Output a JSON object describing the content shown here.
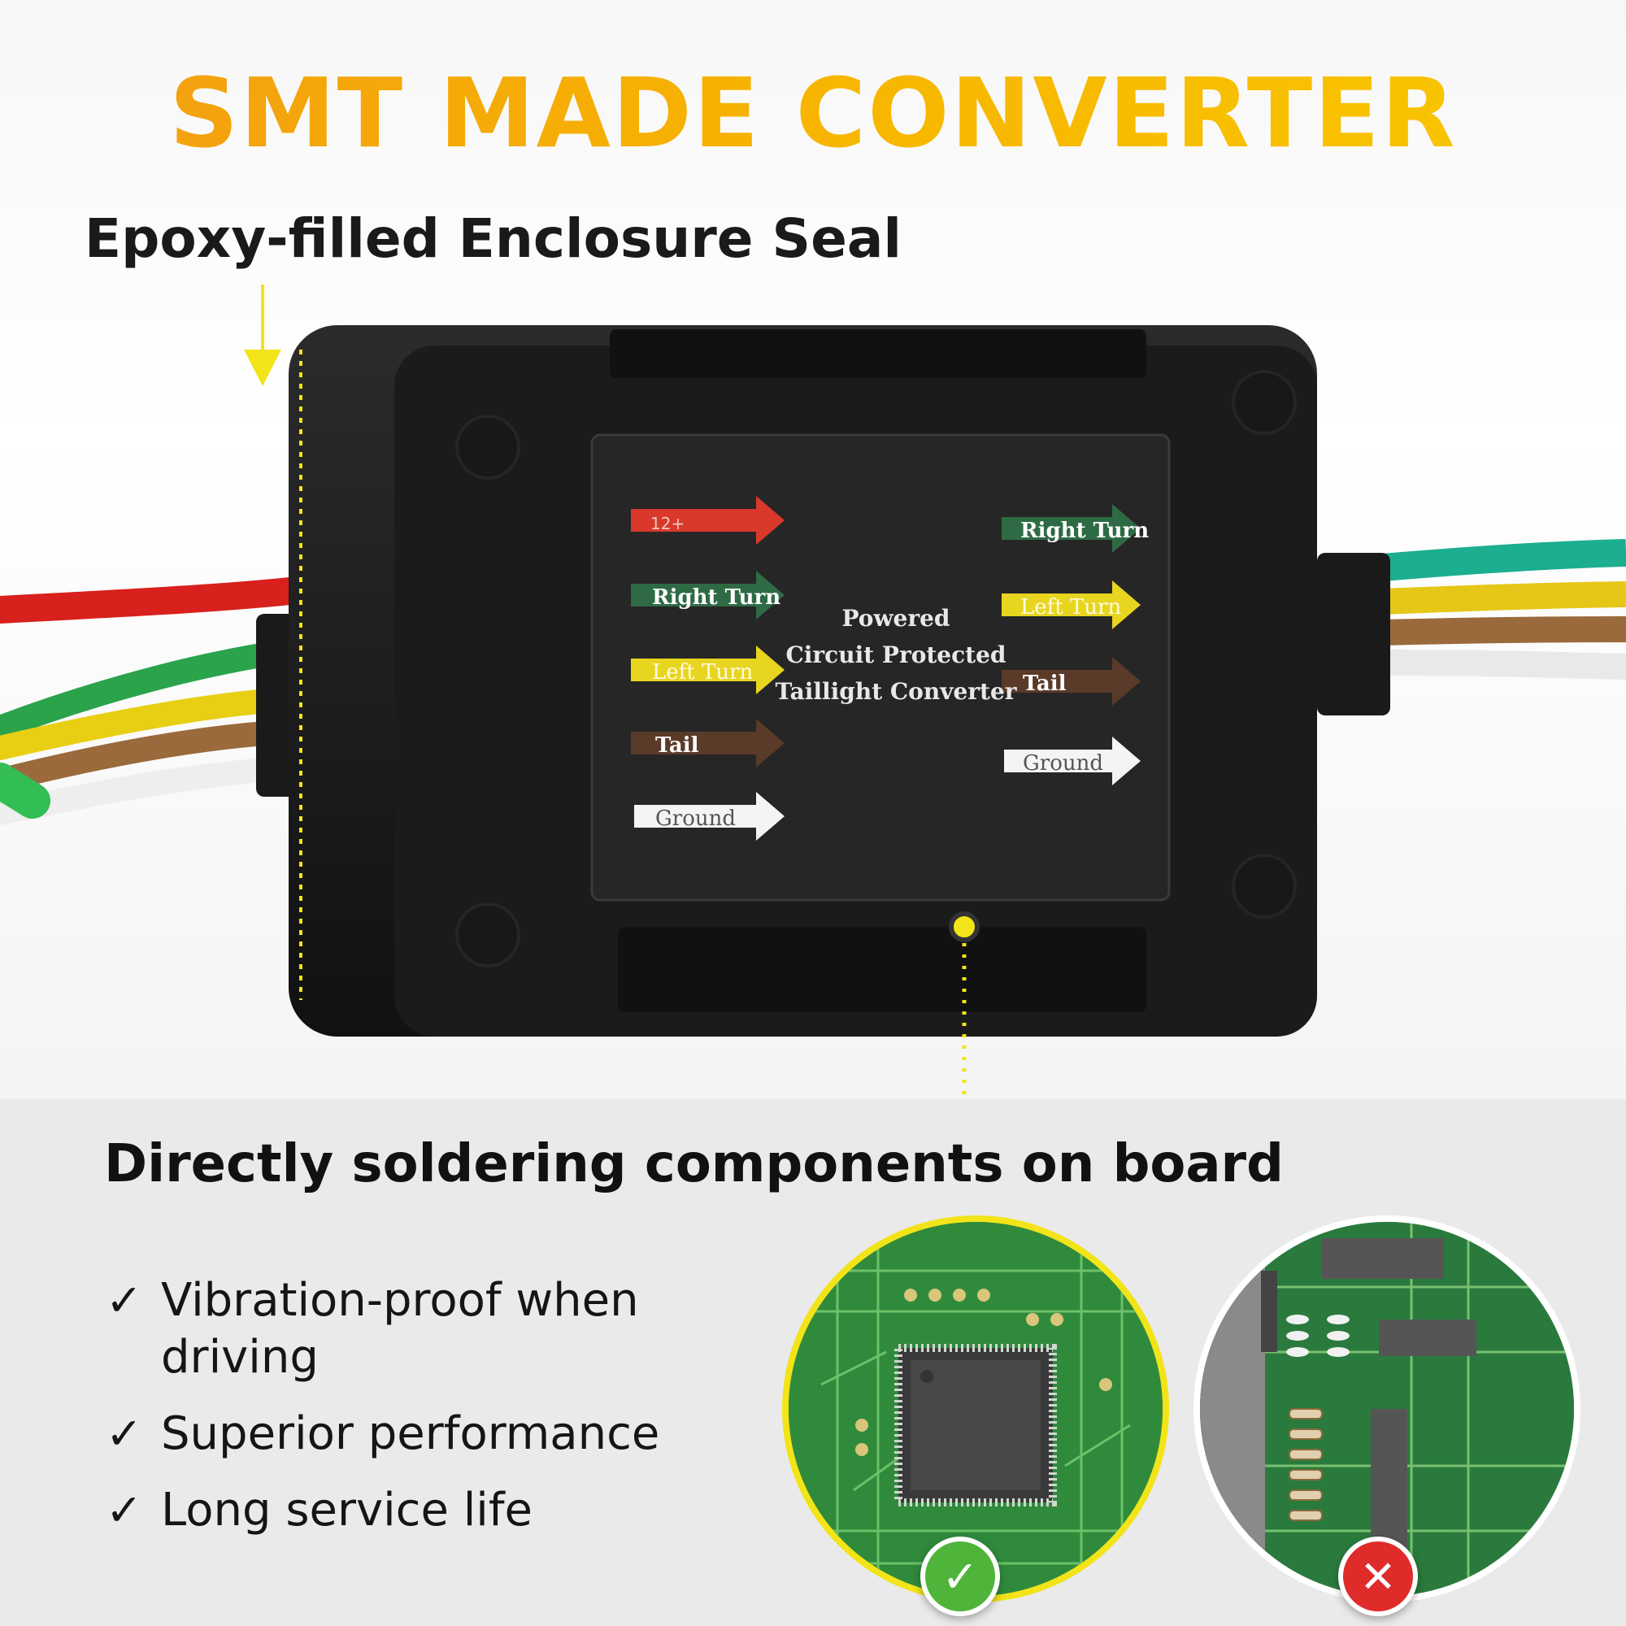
{
  "headline": "SMT MADE CONVERTER",
  "subhead": "Epoxy-filled Enclosure Seal",
  "device": {
    "center_text": [
      "Powered",
      "Circuit Protected",
      "Taillight Converter"
    ],
    "input_labels": [
      "12+",
      "Right Turn",
      "Left Turn",
      "Tail",
      "Ground"
    ],
    "output_labels": [
      "Right Turn",
      "Left Turn",
      "Tail",
      "Ground"
    ]
  },
  "section_title": "Directly soldering components on board",
  "benefits": [
    {
      "check": "✓",
      "text": "Vibration-proof when driving"
    },
    {
      "check": "✓",
      "text": "Superior performance"
    },
    {
      "check": "✓",
      "text": "Long service life"
    }
  ],
  "badges": {
    "good": "✓",
    "bad": "✕"
  },
  "colors": {
    "accent": "#f7b500",
    "dotted_line": "#f2e418"
  }
}
